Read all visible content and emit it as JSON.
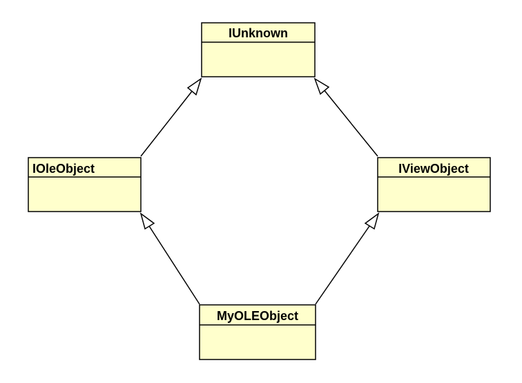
{
  "classes": {
    "iunknown": {
      "name": "IUnknown"
    },
    "ioleobject": {
      "name": "IOleObject"
    },
    "iviewobject": {
      "name": "IViewObject"
    },
    "myoleobject": {
      "name": "MyOLEObject"
    }
  },
  "relationships": [
    {
      "type": "generalization",
      "from": "ioleobject",
      "to": "iunknown"
    },
    {
      "type": "generalization",
      "from": "iviewobject",
      "to": "iunknown"
    },
    {
      "type": "generalization",
      "from": "myoleobject",
      "to": "ioleobject"
    },
    {
      "type": "generalization",
      "from": "myoleobject",
      "to": "iviewobject"
    }
  ],
  "colors": {
    "class_fill": "#ffffcc",
    "stroke": "#000000",
    "arrowhead_fill": "#ffffff"
  }
}
